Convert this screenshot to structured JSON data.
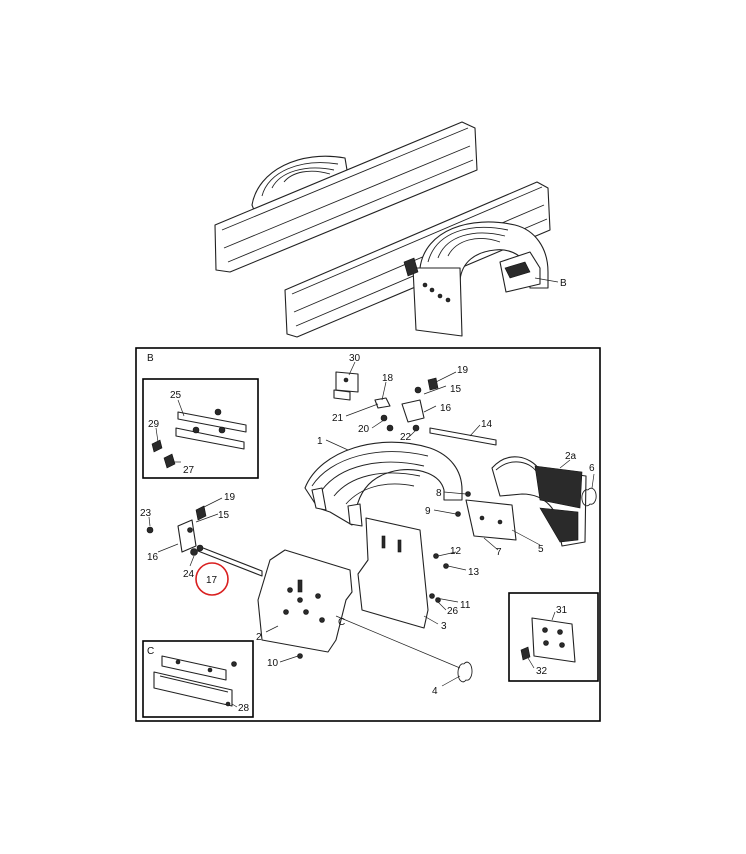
{
  "view_labels": {
    "main_b": "B",
    "detail_b": "B",
    "detail_c": "C",
    "callout_c": "C"
  },
  "highlight": {
    "part": "17",
    "color": "#d91f1f"
  },
  "callouts": {
    "p1": "1",
    "p2": "2",
    "p2a": "2a",
    "p3": "3",
    "p4": "4",
    "p5": "5",
    "p6": "6",
    "p7": "7",
    "p8": "8",
    "p9": "9",
    "p10": "10",
    "p11": "11",
    "p12": "12",
    "p13": "13",
    "p14": "14",
    "p15a": "15",
    "p15b": "15",
    "p16a": "16",
    "p16b": "16",
    "p17": "17",
    "p18": "18",
    "p19a": "19",
    "p19b": "19",
    "p20": "20",
    "p21": "21",
    "p22": "22",
    "p23": "23",
    "p24": "24",
    "p25": "25",
    "p26": "26",
    "p27": "27",
    "p28": "28",
    "p29": "29",
    "p30": "30",
    "p31": "31",
    "p32": "32"
  }
}
